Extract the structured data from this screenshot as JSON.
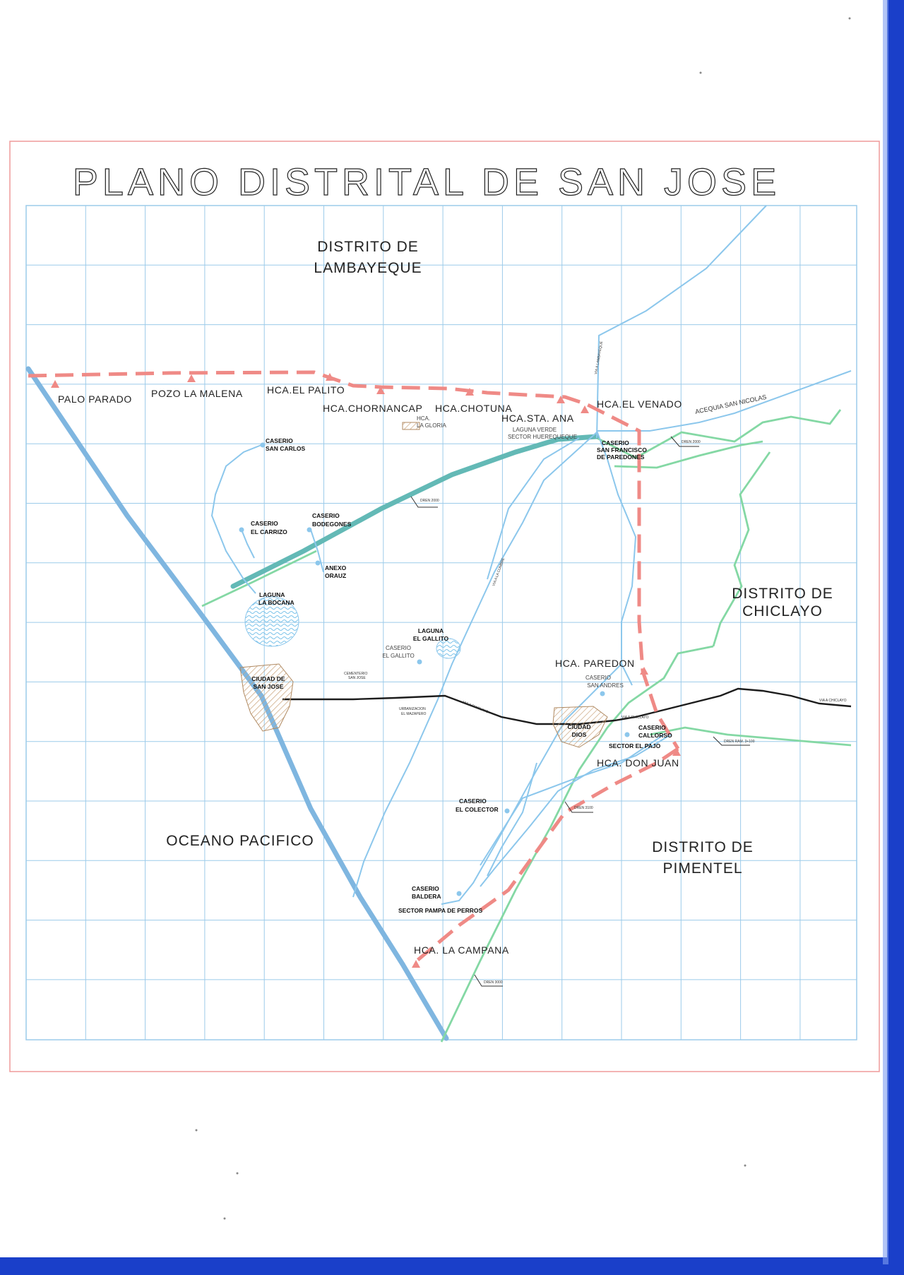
{
  "title": "PLANO DISTRITAL DE SAN JOSE",
  "colors": {
    "paper": "#ffffff",
    "grid": "#9ccbea",
    "frame_red": "#ef9a9a",
    "limit_red": "#ef8a86",
    "coast_blue": "#7fb6e0",
    "water_blue": "#8cc7ec",
    "road_black": "#1c1c1c",
    "green": "#7fd6a3",
    "teal_road": "#5fb7b7",
    "blue_edge": "#1a3fc9"
  },
  "districts": {
    "north": [
      "DISTRITO DE",
      "LAMBAYEQUE"
    ],
    "east": [
      "DISTRITO DE",
      "CHICLAYO"
    ],
    "south_east": [
      "DISTRITO DE",
      "PIMENTEL"
    ],
    "ocean": "OCEANO PACIFICO"
  },
  "boundary_labels": {
    "palo_parado": "PALO PARADO",
    "pozo_la_malena": "POZO LA MALENA",
    "hca_el_palito": "HCA.EL PALITO",
    "hca_chornancap": "HCA.CHORNANCAP",
    "hca_chotuna": "HCA.CHOTUNA",
    "hca_sta_ana": "HCA.STA. ANA",
    "hca_el_venado": "HCA.EL VENADO",
    "hca_paredon": "HCA. PAREDON",
    "hca_don_juan": "HCA. DON JUAN",
    "hca_la_campana": "HCA. LA CAMPANA"
  },
  "places": {
    "caserio_san_carlos": [
      "CASERIO",
      "SAN CARLOS"
    ],
    "caserio_el_carrizo": [
      "CASERIO",
      "EL CARRIZO"
    ],
    "caserio_bodegones": [
      "CASERIO",
      "BODEGONES"
    ],
    "anexo_orauz": [
      "ANEXO",
      "ORAUZ"
    ],
    "laguna_la_bocana": [
      "LAGUNA",
      "LA BOCANA"
    ],
    "hca_la_gloria": [
      "HCA.",
      "LA GLORIA"
    ],
    "laguna_verde": [
      "LAGUNA VERDE",
      "SECTOR HUEREQUEQUE"
    ],
    "caserio_san_francisco": [
      "CASERIO",
      "SAN FRANCISCO",
      "DE PAREDONES"
    ],
    "acequia_san_nicolas": "ACEQUIA SAN NICOLAS",
    "laguna_el_gallito": [
      "LAGUNA",
      "EL GALLITO"
    ],
    "caserio_el_gallito": [
      "CASERIO",
      "EL GALLITO"
    ],
    "ciudad_de_san_jose": [
      "CIUDAD DE",
      "SAN JOSE"
    ],
    "cementerio": [
      "CEMENTERIO",
      "SAN JOSE"
    ],
    "urbanizacion": [
      "URBANIZACION",
      "EL MAZAPERO"
    ],
    "caserio_san_andres": [
      "CASERIO",
      "SAN ANDRES"
    ],
    "ciudad_dios": [
      "CIUDAD",
      "DIOS"
    ],
    "caserio_callorso": [
      "CASERIO",
      "CALLORSO"
    ],
    "sector_el_pajo": "SECTOR EL PAJO",
    "caserio_el_colector": [
      "CASERIO",
      "EL COLECTOR"
    ],
    "caserio_baldera": [
      "CASERIO",
      "BALDERA"
    ],
    "sector_pampa_de_perros": "SECTOR PAMPA DE PERROS"
  },
  "road_labels": {
    "via_lambayeque": "VIA A LAMBAYEQUE",
    "via_la_cumbre": "VIA A LA CUMBRE",
    "via_chiclayo": "VIA A CHICLAYO",
    "via_chiclayo_2": "VIA A CHICLAYO",
    "via_chiclayo_3": "VIA A CHICLAYO"
  },
  "dren_labels": {
    "dren_2000_a": "DREN 2000",
    "dren_2000_b": "DREN 2000",
    "dren_3000": "DREN 3000",
    "dren_3100": "DREN 3100",
    "dren_ramal": "DREN RAM. 3+100"
  }
}
